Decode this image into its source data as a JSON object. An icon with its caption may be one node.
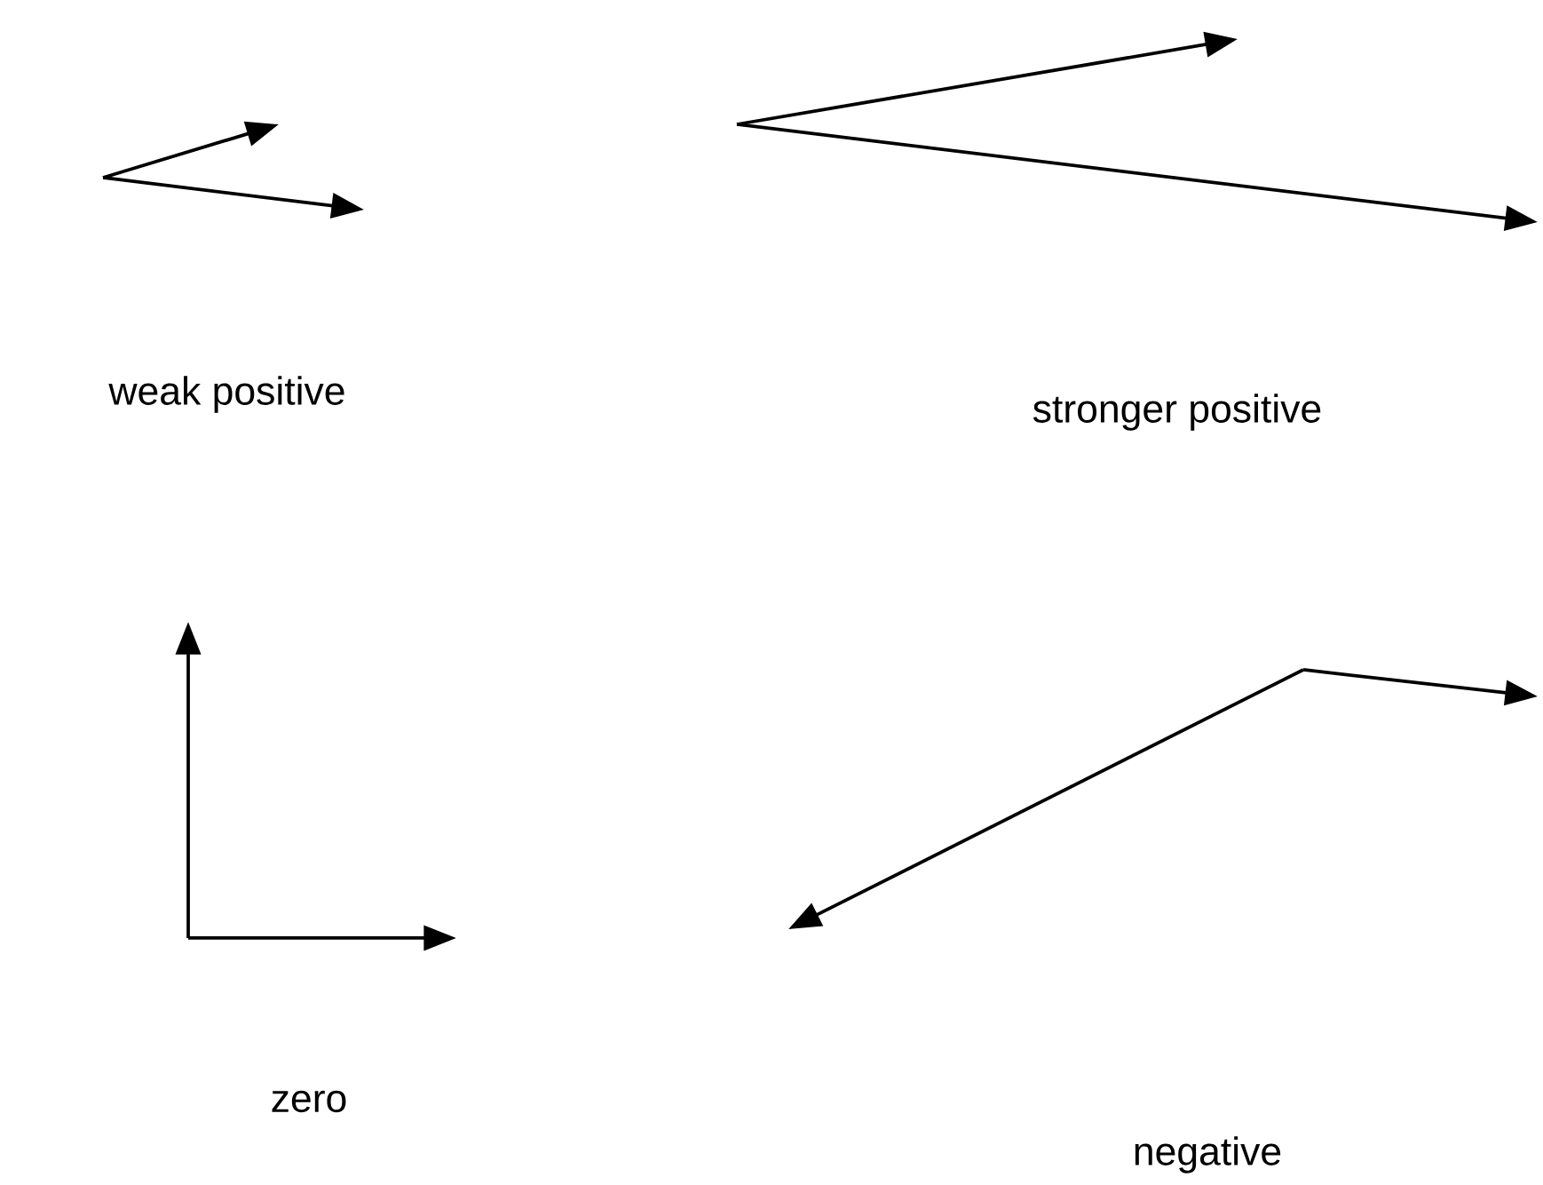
{
  "diagram": {
    "labels": [
      "weak positive",
      "stronger positive",
      "zero",
      "negative"
    ]
  }
}
